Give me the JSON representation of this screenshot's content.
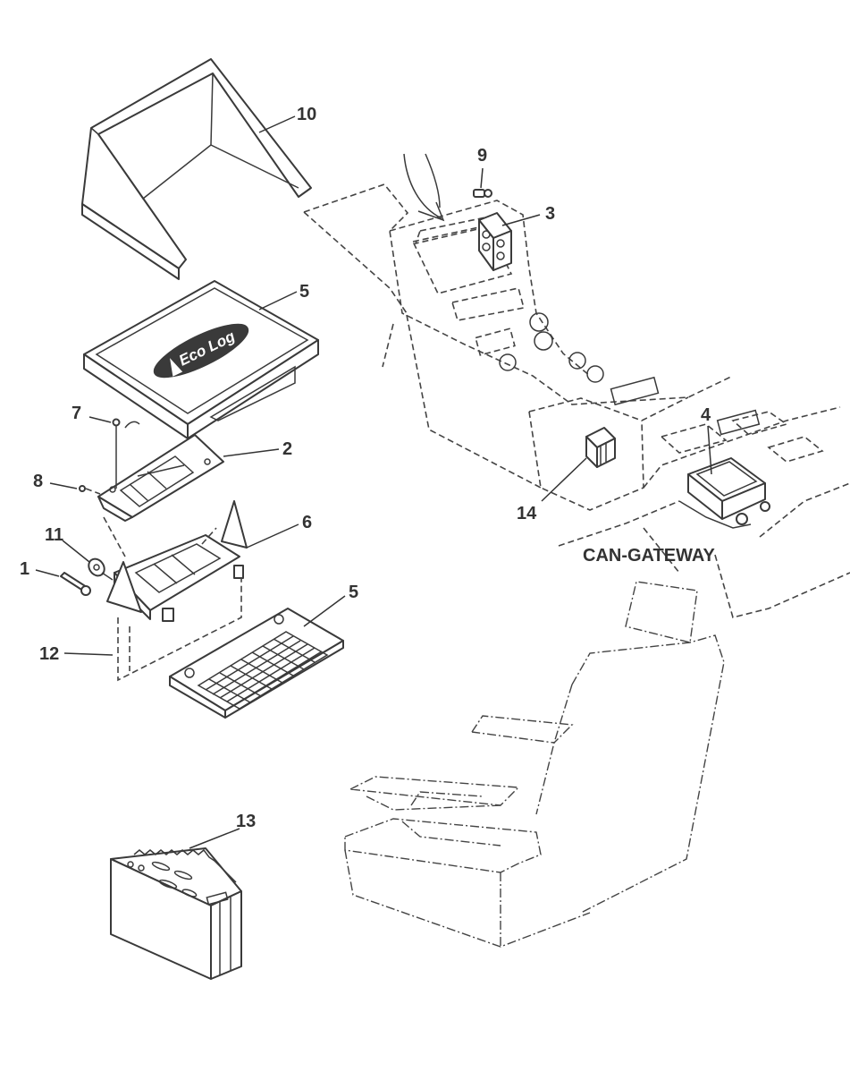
{
  "diagram": {
    "callouts": {
      "c1": "1",
      "c2": "2",
      "c3": "3",
      "c4": "4",
      "c5a": "5",
      "c5b": "5",
      "c6": "6",
      "c7": "7",
      "c8": "8",
      "c9": "9",
      "c10": "10",
      "c11": "11",
      "c12": "12",
      "c13": "13",
      "c14": "14"
    },
    "gateway_label": "CAN-GATEWAY",
    "monitor_logo": "Eco Log"
  }
}
